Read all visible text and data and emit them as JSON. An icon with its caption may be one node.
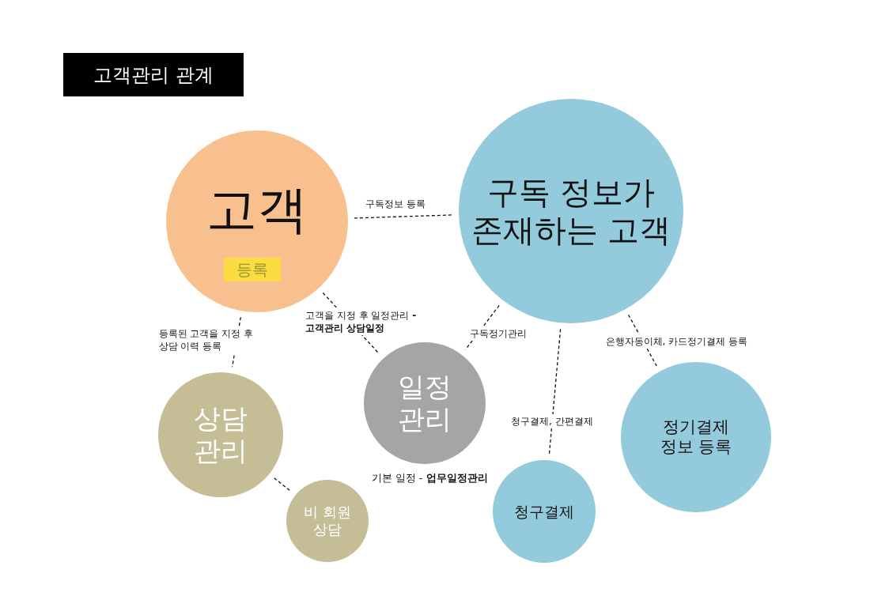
{
  "diagram": {
    "title": "고객관리 관계",
    "nodes": [
      {
        "text": [
          "고객"
        ]
      },
      {
        "text": [
          "등록"
        ],
        "in": 0
      },
      {
        "text": [
          "구독 정보가 존재하는 고객"
        ]
      },
      {
        "text": [
          "상담 관리"
        ]
      },
      {
        "text": [
          "비 회원 상담"
        ]
      },
      {
        "text": [
          "일정 관리"
        ]
      },
      {
        "text": [
          "청구결제"
        ]
      },
      {
        "text": [
          "정기결제 정보 등록"
        ]
      }
    ],
    "edges": [
      {
        "from": 0,
        "to": 2,
        "arrow": "none",
        "style": "dashed",
        "label": "구독정보 등록"
      },
      {
        "from": 0,
        "to": 3,
        "arrow": "none",
        "style": "dashed",
        "label": "등록된 고객을 지정 후 상담 이력 등록"
      },
      {
        "from": 0,
        "to": 5,
        "arrow": "none",
        "style": "dashed",
        "label": "고객을 지정 후 일정관리 **- 고객관리 상담일정**"
      },
      {
        "from": 2,
        "to": 5,
        "arrow": "none",
        "style": "dashed",
        "label": "구독정기관리"
      },
      {
        "from": 2,
        "to": 6,
        "arrow": "none",
        "style": "dashed",
        "label": "청구결제, 간편결제"
      },
      {
        "from": 2,
        "to": 7,
        "arrow": "none",
        "style": "dashed",
        "label": "은행자동이체, 카드정기결제 등록"
      },
      {
        "from": 3,
        "to": 4,
        "arrow": "none",
        "style": "dashed"
      }
    ],
    "labels": [
      "기본 일정 - **업무일정관리**"
    ]
  }
}
